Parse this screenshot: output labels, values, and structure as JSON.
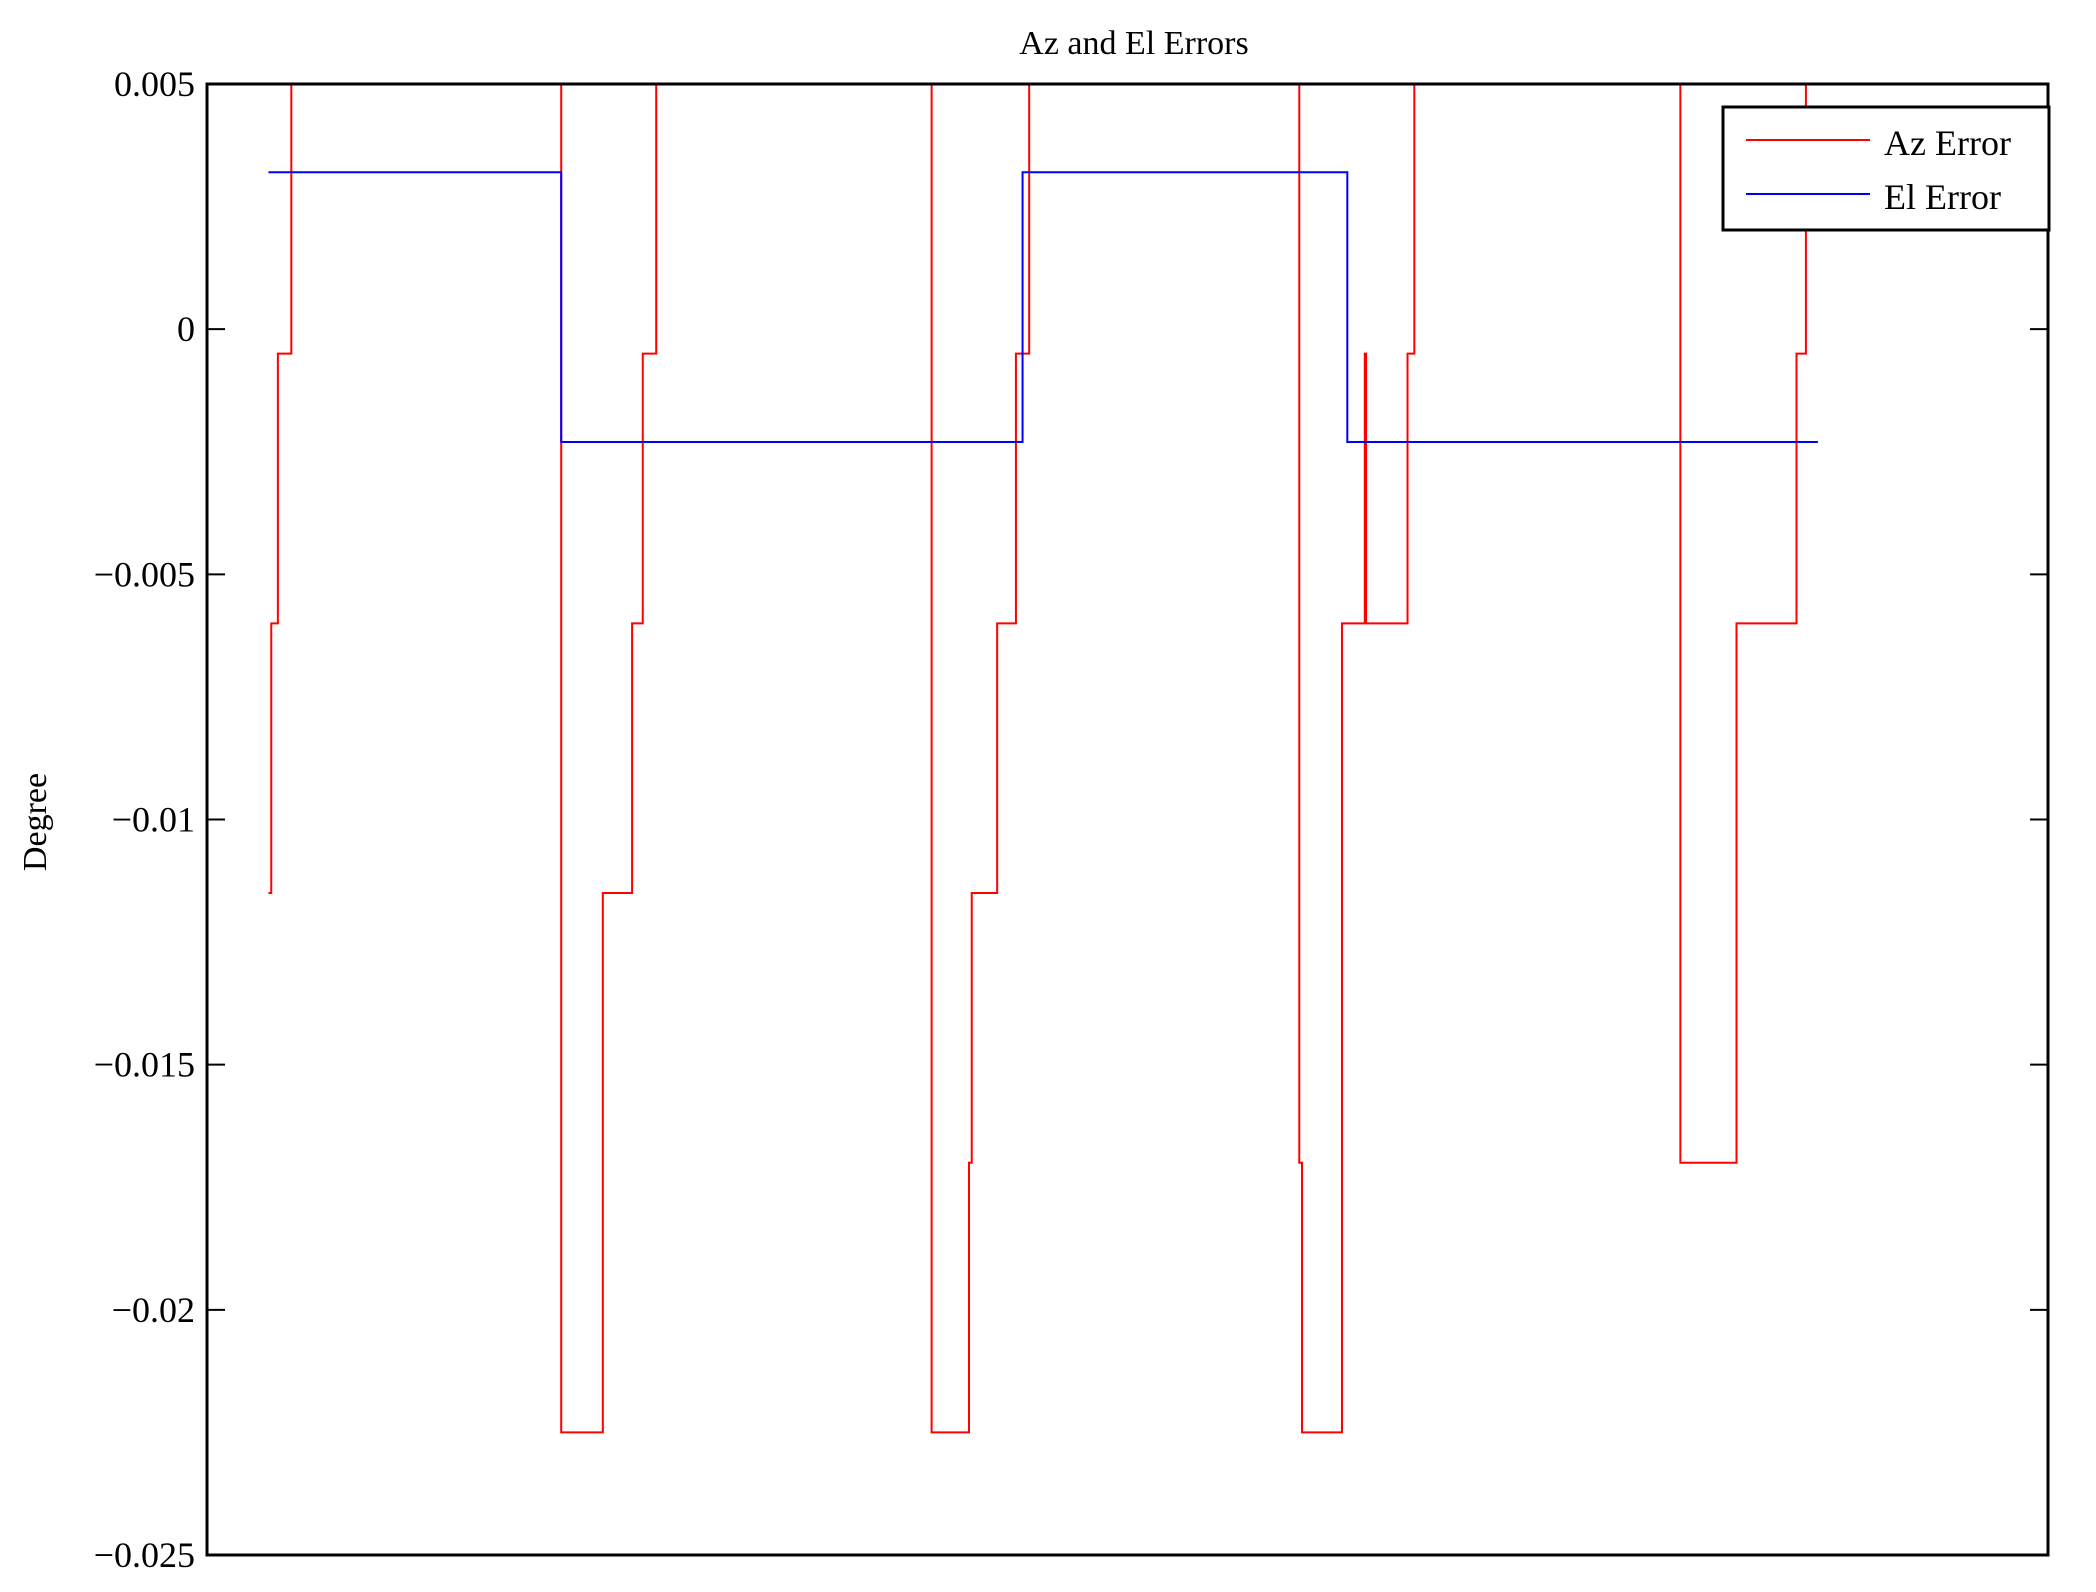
{
  "chart_data": {
    "type": "line",
    "title": "Az and El Errors",
    "xlabel": "",
    "ylabel": "Degree",
    "xlim": [
      0,
      1000
    ],
    "ylim": [
      -0.025,
      0.005
    ],
    "yticks": [
      0.005,
      0,
      -0.005,
      -0.01,
      -0.015,
      -0.02,
      -0.025
    ],
    "ytick_labels": [
      "0.005",
      "0",
      "−0.005",
      "−0.01",
      "−0.015",
      "−0.02",
      "−0.025"
    ],
    "grid": false,
    "legend_position": "top-right",
    "step": "post",
    "series": [
      {
        "name": "Az Error",
        "color": "#ff0000",
        "points": [
          [
            33.4,
            -0.0115
          ],
          [
            34.9,
            -0.006
          ],
          [
            38.5,
            -0.0005
          ],
          [
            45.8,
            0.005
          ],
          [
            192.4,
            -0.0225
          ],
          [
            215,
            -0.0115
          ],
          [
            230.9,
            -0.006
          ],
          [
            236.7,
            -0.0005
          ],
          [
            244,
            0.005
          ],
          [
            393.6,
            -0.0225
          ],
          [
            413.9,
            -0.017
          ],
          [
            415.4,
            -0.0115
          ],
          [
            429.2,
            -0.006
          ],
          [
            439.4,
            -0.0005
          ],
          [
            446.6,
            0.005
          ],
          [
            593.3,
            -0.017
          ],
          [
            594.8,
            -0.0225
          ],
          [
            616.5,
            -0.006
          ],
          [
            628.9,
            -0.0005
          ],
          [
            629.6,
            -0.006
          ],
          [
            652.1,
            -0.0005
          ],
          [
            655.8,
            0.005
          ],
          [
            800.3,
            -0.017
          ],
          [
            830.8,
            -0.006
          ],
          [
            863.4,
            -0.0005
          ],
          [
            868.5,
            0.005
          ],
          [
            875,
            0.005
          ]
        ]
      },
      {
        "name": "El Error",
        "color": "#0000ff",
        "points": [
          [
            33.4,
            0.0032
          ],
          [
            192.4,
            -0.0023
          ],
          [
            443,
            0.0032
          ],
          [
            619.4,
            -0.0023
          ],
          [
            875,
            -0.0023
          ]
        ]
      }
    ]
  }
}
